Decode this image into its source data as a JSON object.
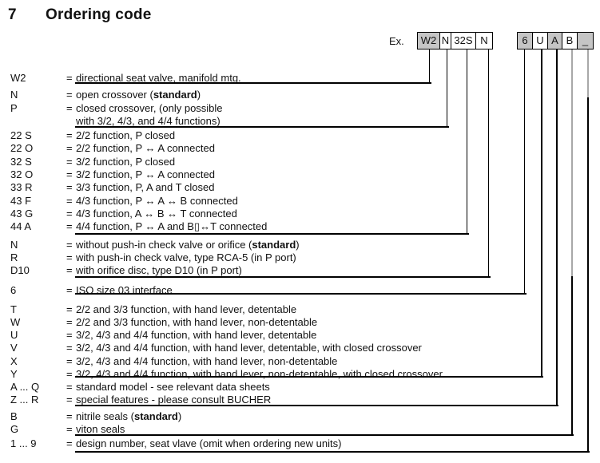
{
  "page": {
    "heading_number": "7",
    "heading_title": "Ordering code"
  },
  "example": {
    "label": "Ex.",
    "groups": [
      {
        "boxes": [
          {
            "label": "W2",
            "shaded": true
          },
          {
            "label": "N",
            "shaded": false
          },
          {
            "label": "32S",
            "shaded": false
          },
          {
            "label": "N",
            "shaded": false
          }
        ]
      },
      {
        "boxes": [
          {
            "label": "6",
            "shaded": true
          },
          {
            "label": "U",
            "shaded": false
          },
          {
            "label": "A",
            "shaded": true
          },
          {
            "label": "B",
            "shaded": false
          },
          {
            "label": "_",
            "shaded": true
          }
        ]
      }
    ]
  },
  "equals_sign": "=",
  "rows": [
    {
      "code": "W2",
      "eq": "=",
      "pre": "directional seat valve, manifold mtg."
    },
    {
      "code": "N",
      "eq": "=",
      "pre": "open crossover (",
      "bold": "standard",
      "post": ")"
    },
    {
      "code": "P",
      "eq": "=",
      "pre": "closed crossover, (only possible"
    },
    {
      "code": "",
      "eq": "",
      "pre": "with 3/2, 4/3, and 4/4 functions)"
    },
    {
      "code": "22 S",
      "eq": "=",
      "pre": "2/2 function, P closed"
    },
    {
      "code": "22 O",
      "eq": "=",
      "pre": "2/2 function, P ↔ A connected"
    },
    {
      "code": "32 S",
      "eq": "=",
      "pre": "3/2 function, P closed"
    },
    {
      "code": "32 O",
      "eq": "=",
      "pre": "3/2 function, P ↔ A connected"
    },
    {
      "code": "33 R",
      "eq": "=",
      "pre": "3/3 function, P, A and T closed"
    },
    {
      "code": "43 F",
      "eq": "=",
      "pre": "4/3 function, P ↔ A ↔ B connected"
    },
    {
      "code": "43 G",
      "eq": "=",
      "pre": "4/3 function, A ↔ B ↔ T connected"
    },
    {
      "code": "44 A",
      "eq": "=",
      "pre": "4/4 function, P ↔ A and B▯↔T connected"
    },
    {
      "code": "N",
      "eq": "=",
      "pre": "without push-in check valve or orifice (",
      "bold": "standard",
      "post": ")"
    },
    {
      "code": "R",
      "eq": "=",
      "pre": "with push-in check valve, type RCA-5 (in P port)"
    },
    {
      "code": "D10",
      "eq": "=",
      "pre": "with orifice disc, type D10 (in P port)"
    },
    {
      "code": "6",
      "eq": "=",
      "pre": "ISO size 03 interface"
    },
    {
      "code": "T",
      "eq": "=",
      "pre": "2/2 and 3/3 function, with hand lever, detentable"
    },
    {
      "code": "W",
      "eq": "=",
      "pre": "2/2 and 3/3 function, with hand lever, non-detentable"
    },
    {
      "code": "U",
      "eq": "=",
      "pre": "3/2, 4/3 and 4/4 function, with hand lever, detentable"
    },
    {
      "code": "V",
      "eq": "=",
      "pre": "3/2, 4/3 and 4/4 function, with hand lever, detentable, with closed crossover"
    },
    {
      "code": "X",
      "eq": "=",
      "pre": "3/2, 4/3 and 4/4 function, with hand lever, non-detentable"
    },
    {
      "code": "Y",
      "eq": "=",
      "pre": "3/2, 4/3 and 4/4 function, with hand lever, non-detentable, with closed crossover"
    },
    {
      "code": "A ... Q",
      "eq": "=",
      "pre": "standard model - see relevant data sheets"
    },
    {
      "code": "Z ... R",
      "eq": "=",
      "pre": "special features - please consult BUCHER"
    },
    {
      "code": "B",
      "eq": "=",
      "pre": "nitrile seals (",
      "bold": "standard",
      "post": ")"
    },
    {
      "code": "G",
      "eq": "=",
      "pre": "viton seals"
    },
    {
      "code": "1 ... 9",
      "eq": "=",
      "pre": "design number, seat vlave (omit when ordering new units)"
    }
  ],
  "colors": {
    "box_shaded": "#c5c5c5",
    "box_plain": "#ffffff",
    "line_black": "#000000",
    "line_gray": "#a8a8a8"
  }
}
